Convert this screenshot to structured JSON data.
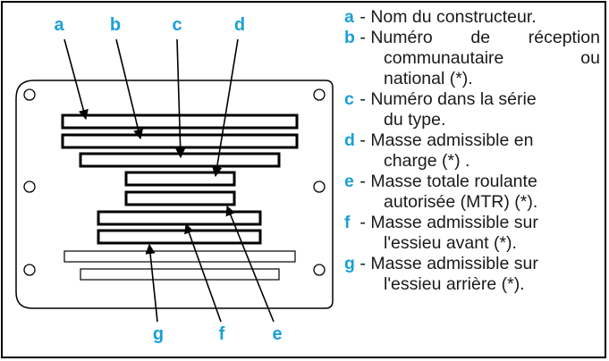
{
  "diagram": {
    "callouts": [
      "a",
      "b",
      "c",
      "d",
      "e",
      "f",
      "g"
    ],
    "colors": {
      "letter": "#1aa0d8",
      "line": "#000000",
      "plate_fill": "#ffffff"
    }
  },
  "legend": {
    "items": [
      {
        "key": "a",
        "line1": "Nom du constructeur.",
        "cont": []
      },
      {
        "key": "b",
        "line1": "Numéro de réception",
        "cont": [
          "communautaire    ou",
          "national (*)."
        ]
      },
      {
        "key": "c",
        "line1": "Numéro dans la série",
        "cont": [
          "du type."
        ]
      },
      {
        "key": "d",
        "line1": "Masse admissible en",
        "cont": [
          "charge (*) ."
        ]
      },
      {
        "key": "e",
        "line1": "Masse totale roulante",
        "cont": [
          "autorisée (MTR) (*)."
        ]
      },
      {
        "key": "f",
        "line1": "Masse admissible sur",
        "cont": [
          "l'essieu avant (*)."
        ]
      },
      {
        "key": "g",
        "line1": "Masse admissible sur",
        "cont": [
          "l'essieu arrière (*)."
        ]
      }
    ]
  }
}
